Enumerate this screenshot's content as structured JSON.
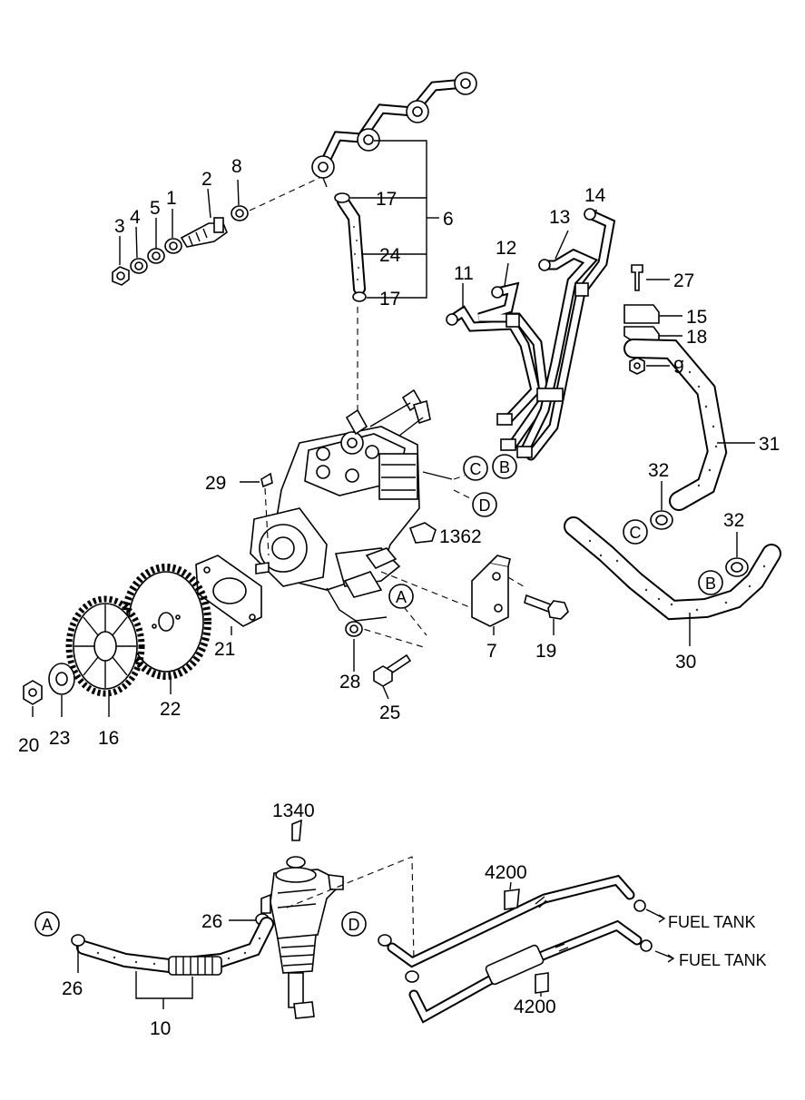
{
  "callouts": {
    "p1": "1",
    "p2": "2",
    "p3": "3",
    "p4": "4",
    "p5": "5",
    "p6": "6",
    "p7": "7",
    "p8": "8",
    "p9": "9",
    "p10": "10",
    "p11": "11",
    "p12": "12",
    "p13": "13",
    "p14": "14",
    "p15": "15",
    "p16": "16",
    "p17a": "17",
    "p17b": "17",
    "p18": "18",
    "p19": "19",
    "p20": "20",
    "p21": "21",
    "p22": "22",
    "p23": "23",
    "p24": "24",
    "p25": "25",
    "p26a": "26",
    "p26b": "26",
    "p27": "27",
    "p28": "28",
    "p29": "29",
    "p30": "30",
    "p31": "31",
    "p32a": "32",
    "p32b": "32",
    "p1340": "1340",
    "p1362": "1362",
    "p4200a": "4200",
    "p4200b": "4200"
  },
  "refs": {
    "a1": "A",
    "a2": "A",
    "b1": "B",
    "b2": "B",
    "c1": "C",
    "c2": "C",
    "d1": "D",
    "d2": "D"
  },
  "notes": {
    "fuel_tank_1": "FUEL TANK",
    "fuel_tank_2": "FUEL TANK"
  }
}
